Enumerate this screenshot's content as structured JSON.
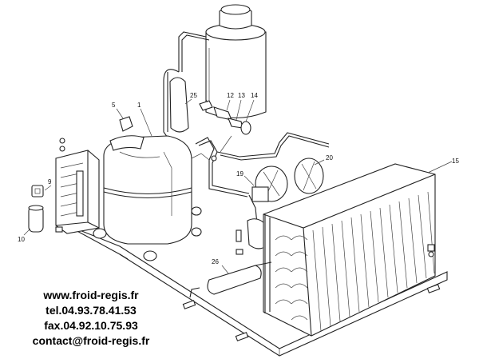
{
  "part_labels": {
    "p1": "1",
    "p5": "5",
    "p9": "9",
    "p10": "10",
    "p12": "12",
    "p13": "13",
    "p14": "14",
    "p15": "15",
    "p19": "19",
    "p20": "20",
    "p25": "25",
    "p26": "26"
  },
  "contact": {
    "website": "www.froid-regis.fr",
    "tel": "tel.04.93.78.41.53",
    "fax": "fax.04.92.10.75.93",
    "email": "contact@froid-regis.fr"
  }
}
